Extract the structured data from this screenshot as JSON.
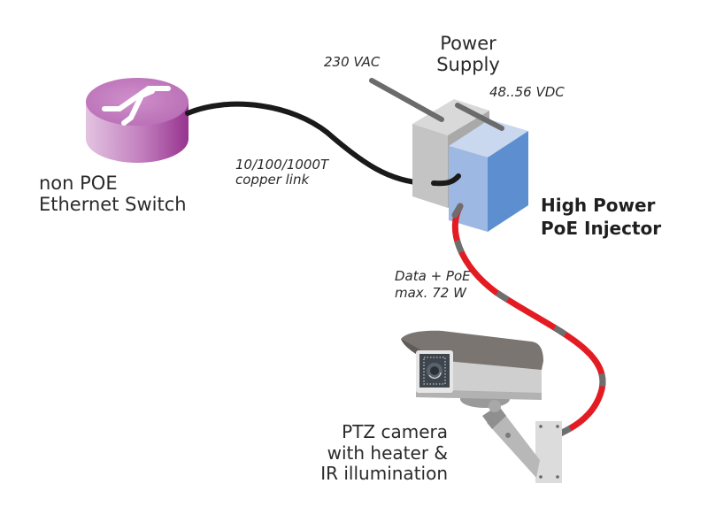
{
  "diagram": {
    "title": "High Power PoE Injector setup",
    "components": {
      "switch": {
        "label_line1": "non POE",
        "label_line2": "Ethernet Switch",
        "icon": "network-switch-icon",
        "color": "#b86bb5"
      },
      "power_supply": {
        "label_line1": "Power",
        "label_line2": "Supply",
        "input_label": "230 VAC",
        "output_label": "48..56 VDC",
        "color": "#c8c8c8"
      },
      "injector": {
        "label_line1": "High Power",
        "label_line2": "PoE Injector",
        "color": "#6c9ad6"
      },
      "camera": {
        "label_line1": "PTZ camera",
        "label_line2": "with heater &",
        "label_line3": "IR illumination",
        "icon": "security-camera-icon"
      }
    },
    "links": {
      "copper": {
        "label_line1": "10/100/1000T",
        "label_line2": "copper link",
        "color": "#1a1a1a"
      },
      "poe": {
        "label_line1": "Data + PoE",
        "label_line2": "max. 72 W",
        "color_primary": "#e31c23",
        "color_secondary": "#6e6e6e"
      }
    }
  }
}
